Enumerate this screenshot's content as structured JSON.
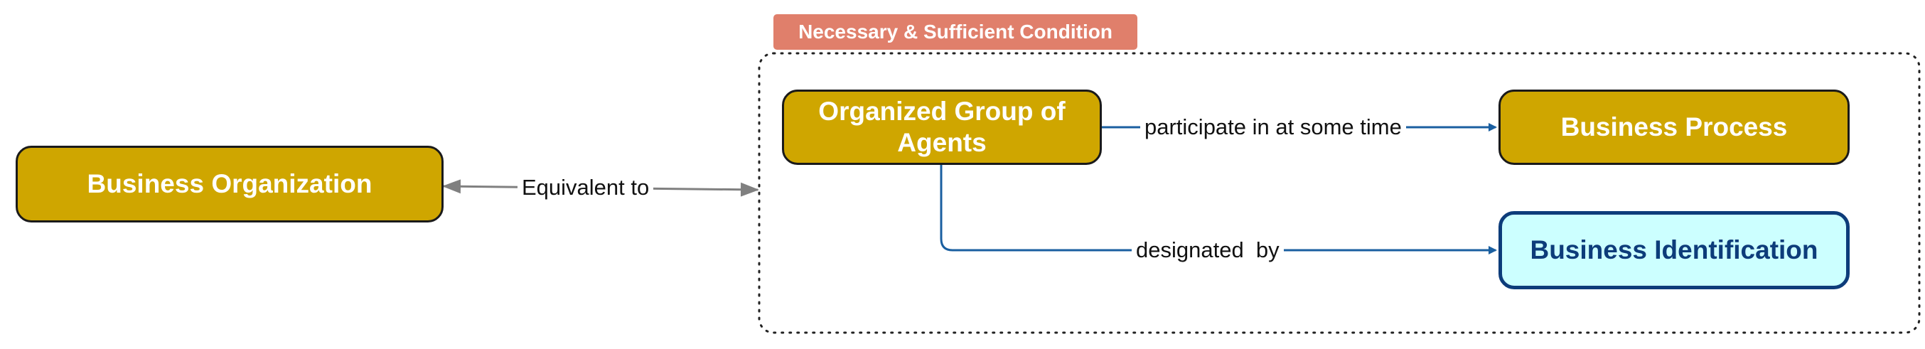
{
  "condition_badge": "Necessary & Sufficient Condition",
  "nodes": {
    "business_organization": "Business Organization",
    "organized_group": "Organized Group of Agents",
    "business_process": "Business Process",
    "business_identification": "Business Identification"
  },
  "edges": {
    "equivalent_to": "Equivalent to",
    "participate_in": "participate in at some time",
    "designated_by": "designated  by"
  },
  "colors": {
    "class_fill": "#cfa600",
    "identifier_fill": "#ccffff",
    "identifier_border": "#0d3c7a",
    "badge": "#e07f6b",
    "relation_line": "#1a5fa0",
    "equivalence_line": "#808080"
  }
}
